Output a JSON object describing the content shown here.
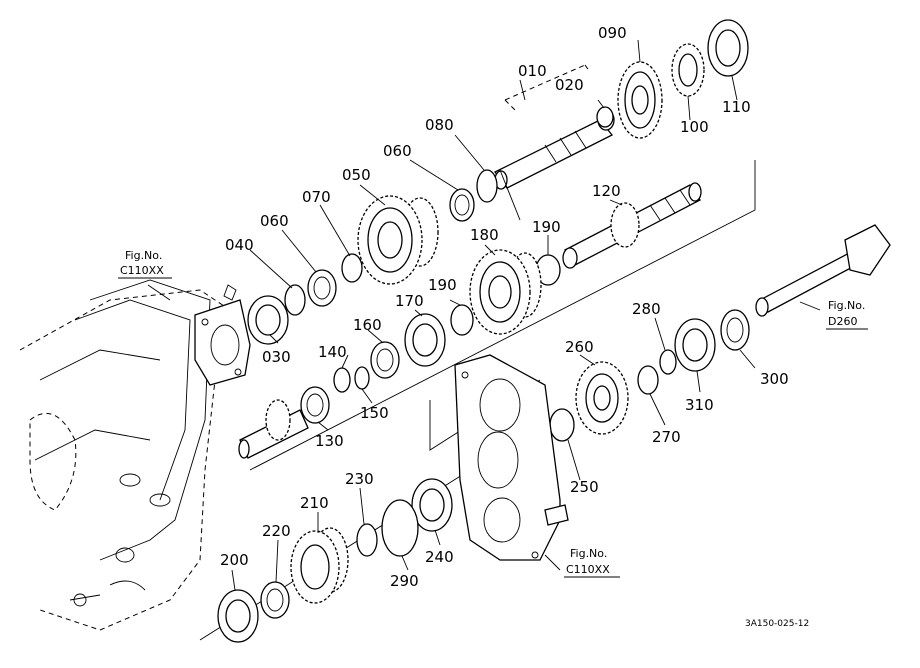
{
  "diagram": {
    "parts": [
      {
        "id": "010",
        "text": "010"
      },
      {
        "id": "020",
        "text": "020"
      },
      {
        "id": "030",
        "text": "030"
      },
      {
        "id": "040",
        "text": "040"
      },
      {
        "id": "050",
        "text": "050"
      },
      {
        "id": "060a",
        "text": "060"
      },
      {
        "id": "060b",
        "text": "060"
      },
      {
        "id": "070",
        "text": "070"
      },
      {
        "id": "080",
        "text": "080"
      },
      {
        "id": "090",
        "text": "090"
      },
      {
        "id": "100",
        "text": "100"
      },
      {
        "id": "110",
        "text": "110"
      },
      {
        "id": "120",
        "text": "120"
      },
      {
        "id": "130",
        "text": "130"
      },
      {
        "id": "140",
        "text": "140"
      },
      {
        "id": "150",
        "text": "150"
      },
      {
        "id": "160",
        "text": "160"
      },
      {
        "id": "170",
        "text": "170"
      },
      {
        "id": "180",
        "text": "180"
      },
      {
        "id": "190a",
        "text": "190"
      },
      {
        "id": "190b",
        "text": "190"
      },
      {
        "id": "200",
        "text": "200"
      },
      {
        "id": "210",
        "text": "210"
      },
      {
        "id": "220",
        "text": "220"
      },
      {
        "id": "230",
        "text": "230"
      },
      {
        "id": "240",
        "text": "240"
      },
      {
        "id": "250",
        "text": "250"
      },
      {
        "id": "260",
        "text": "260"
      },
      {
        "id": "270",
        "text": "270"
      },
      {
        "id": "280",
        "text": "280"
      },
      {
        "id": "290",
        "text": "290"
      },
      {
        "id": "300",
        "text": "300"
      },
      {
        "id": "310",
        "text": "310"
      }
    ],
    "references": [
      {
        "id": "ref-left",
        "line1": "Fig.No.",
        "line2": "C110XX"
      },
      {
        "id": "ref-right",
        "line1": "Fig.No.",
        "line2": "D260"
      },
      {
        "id": "ref-bottom",
        "line1": "Fig.No.",
        "line2": "C110XX"
      }
    ],
    "drawing_code": "3A150-025-12"
  }
}
